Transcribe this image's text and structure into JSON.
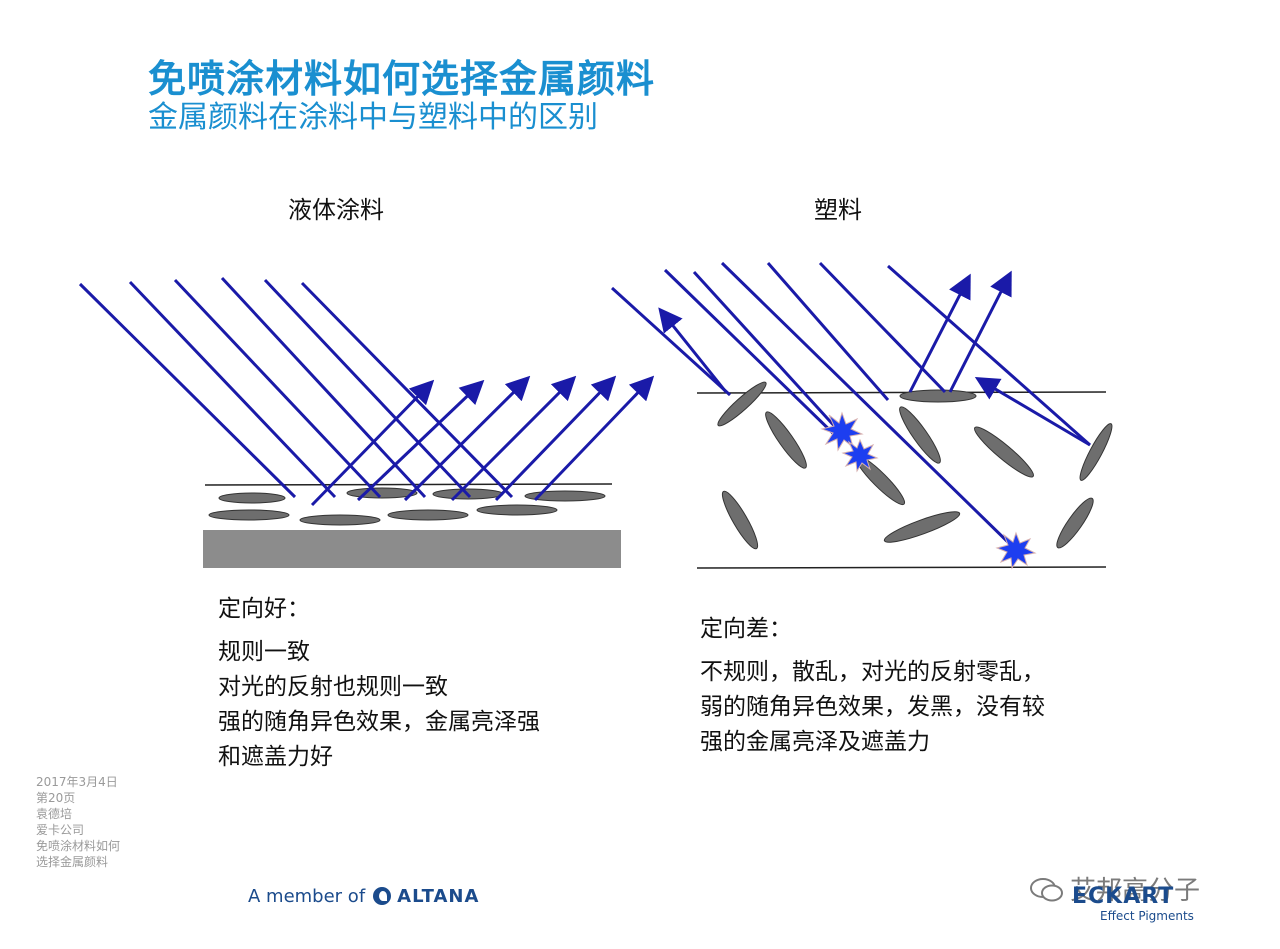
{
  "header": {
    "title": "免喷涂材料如何选择金属颜料",
    "subtitle": "金属颜料在涂料中与塑料中的区别"
  },
  "panels": {
    "left": {
      "label": "液体涂料",
      "desc_head": "定向好：",
      "desc_lines": [
        "规则一致",
        "对光的反射也规则一致",
        "强的随角异色效果，金属亮泽强",
        "和遮盖力好"
      ]
    },
    "right": {
      "label": "塑料",
      "desc_head": "定向差：",
      "desc_lines": [
        "不规则，散乱，对光的反射零乱，",
        "弱的随角异色效果，发黑，没有较",
        "强的金属亮泽及遮盖力"
      ]
    }
  },
  "slide_meta": [
    "2017年3月4日",
    "第20页",
    "袁德培",
    "爱卡公司",
    "免喷涂材料如何",
    "选择金属颜料"
  ],
  "footer": {
    "member_prefix": "A member of",
    "member_brand": "ALTANA",
    "wechat_text": "艾邦高分子",
    "logo_brand": "ECKART",
    "logo_tagline": "Effect Pigments"
  },
  "colors": {
    "title": "#1a8fd0",
    "ray": "#1a1aa8",
    "flake": "#6e6e6e",
    "substrate": "#8c8c8c",
    "burst": "#1d3ef0"
  }
}
